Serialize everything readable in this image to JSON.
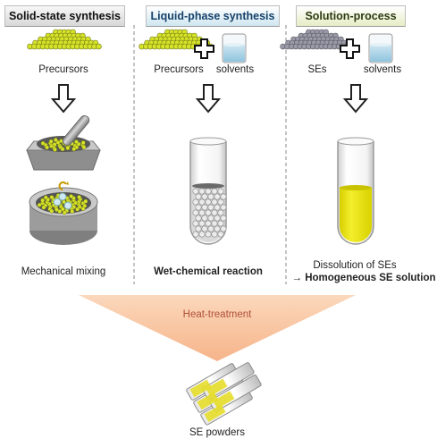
{
  "headers": {
    "solid": "Solid-state synthesis",
    "liquid": "Liquid-phase synthesis",
    "solution": "Solution-process"
  },
  "labels": {
    "precursors_1": "Precursors",
    "precursors_2": "Precursors",
    "solvents_2": "solvents",
    "ses": "SEs",
    "solvents_3": "solvents",
    "mechanical_mixing": "Mechanical mixing",
    "wet_chemical": "Wet-chemical reaction",
    "dissolution": "Dissolution of SEs",
    "homogeneous_arrow": "→",
    "homogeneous": "Homogeneous SE solution",
    "heat_treatment": "Heat-treatment",
    "se_powders": "SE powders"
  },
  "colors": {
    "precursor_yellow": "#d7e22a",
    "se_gray": "#9a9aa8",
    "solution_yellow": "#e8e100",
    "heat_triangle": "#f8c8a4",
    "heat_text": "#b0503a",
    "liquid_header_text": "#16426a",
    "solution_header_text": "#2d3b12"
  }
}
